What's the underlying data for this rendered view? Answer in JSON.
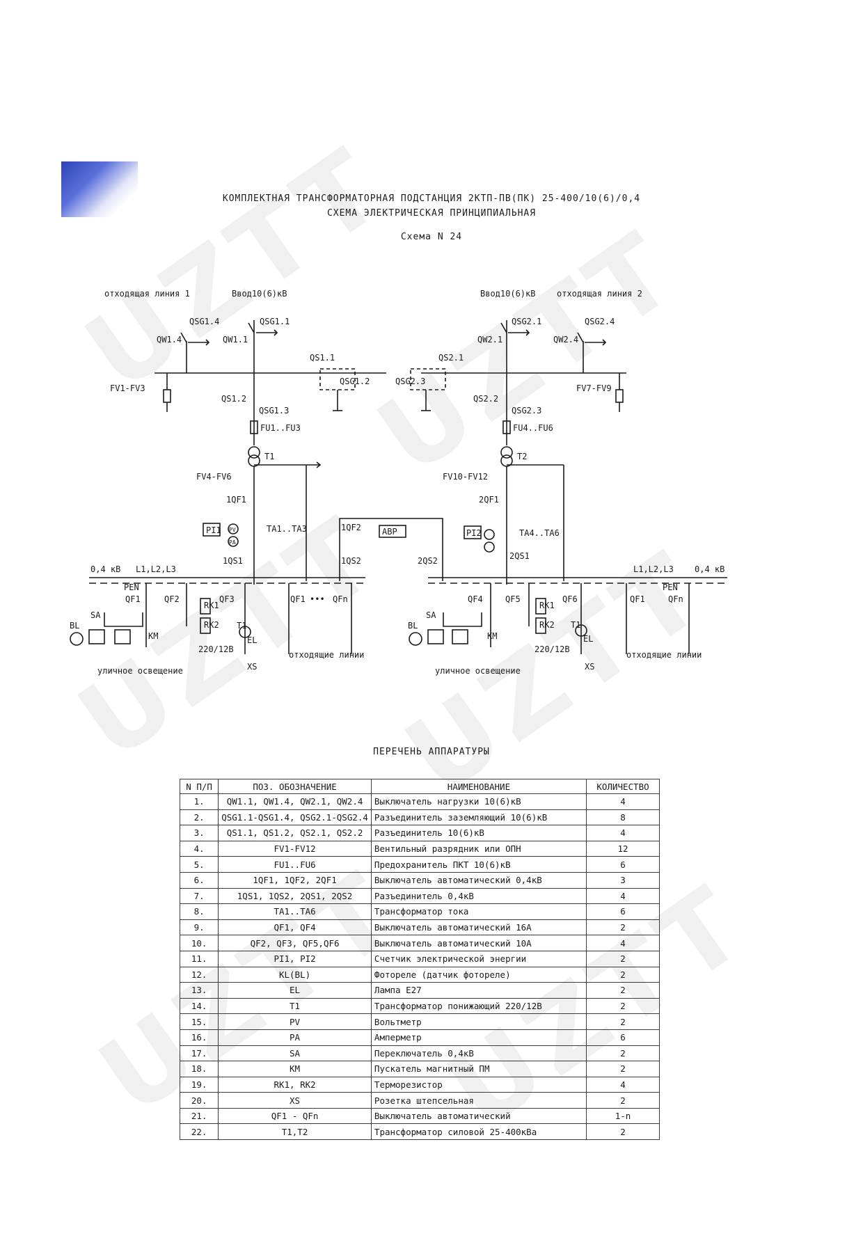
{
  "header": {
    "title_line1": "КОМПЛЕКТНАЯ  ТРАНСФОРМАТОРНАЯ ПОДСТАНЦИЯ 2КТП-ПВ(ПК) 25-400/10(6)/0,4",
    "title_line2": "СХЕМА ЭЛЕКТРИЧЕСКАЯ ПРИНЦИПИАЛЬНАЯ",
    "title_line3": "Схема N 24"
  },
  "watermark": "UZTT",
  "diagram": {
    "labels": {
      "out_line_1": "отходящая линия 1",
      "input_1": "Ввод10(6)кВ",
      "input_2": "Ввод10(6)кВ",
      "out_line_2": "отходящая линия 2",
      "qsg14": "QSG1.4",
      "qsg11": "QSG1.1",
      "qsg21": "QSG2.1",
      "qsg24": "QSG2.4",
      "qw14": "QW1.4",
      "qw11": "QW1.1",
      "qw21": "QW2.1",
      "qw24": "QW2.4",
      "qs11": "QS1.1",
      "qs21": "QS2.1",
      "qsg12": "QSG1.2",
      "qsg23": "QSG2.3",
      "fv1_fv3": "FV1-FV3",
      "fv7_fv9": "FV7-FV9",
      "qs12": "QS1.2",
      "qs22": "QS2.2",
      "qsg13": "QSG1.3",
      "qsg23b": "QSG2.3",
      "fu1_fu3": "FU1..FU3",
      "fu4_fu6": "FU4..FU6",
      "t1": "T1",
      "t2": "T2",
      "fv4_fv6": "FV4-FV6",
      "fv10_fv12": "FV10-FV12",
      "1of1": "1QF1",
      "2of1": "2QF1",
      "pi1": "PI1",
      "pi2": "PI2",
      "ta1_ta3": "TA1..TA3",
      "ta4_ta6": "TA4..TA6",
      "pv": "PV",
      "pa": "PA",
      "1qf2": "1QF2",
      "avr": "АВР",
      "1qs1": "1QS1",
      "1qs2": "1QS2",
      "2qs2": "2QS2",
      "2qs1": "2QS1",
      "v04_left": "0,4 кВ",
      "l123_left": "L1,L2,L3",
      "l123_right": "L1,L2,L3",
      "v04_right": "0,4 кВ",
      "pen_left": "PEN",
      "pen_right": "PEN",
      "qf1": "QF1",
      "qf2": "QF2",
      "qf3": "QF3",
      "qf4": "QF4",
      "qf5": "QF5",
      "qf6": "QF6",
      "qf1_dots": "QF1",
      "qfn_dots": "QFn",
      "qf1_r": "QF1",
      "qfn_r": "QFn",
      "dots": "•••",
      "rk1": "RK1",
      "rk2": "RK2",
      "sa": "SA",
      "bl": "BL",
      "km": "KM",
      "t1_small": "T1",
      "el": "EL",
      "xs": "XS",
      "v220_12": "220/12В",
      "street_light": "уличное освещение",
      "out_lines": "отходящие линии"
    }
  },
  "equipment_list": {
    "title": "ПЕРЕЧЕНЬ АППАРАТУРЫ",
    "columns": [
      "N П/П",
      "ПОЗ. ОБОЗНАЧЕНИЕ",
      "НАИМЕНОВАНИЕ",
      "КОЛИЧЕСТВО"
    ],
    "rows": [
      [
        "1.",
        "QW1.1, QW1.4, QW2.1, QW2.4",
        "Выключатель нагрузки 10(6)кВ",
        "4"
      ],
      [
        "2.",
        "QSG1.1-QSG1.4, QSG2.1-QSG2.4",
        "Разъединитель заземляющий 10(6)кВ",
        "8"
      ],
      [
        "3.",
        "QS1.1, QS1.2, QS2.1, QS2.2",
        "Разъединитель 10(6)кВ",
        "4"
      ],
      [
        "4.",
        "FV1-FV12",
        "Вентильный разрядник или ОПН",
        "12"
      ],
      [
        "5.",
        "FU1..FU6",
        "Предохранитель ПКТ 10(6)кВ",
        "6"
      ],
      [
        "6.",
        "1QF1, 1QF2, 2QF1",
        "Выключатель автоматический 0,4кВ",
        "3"
      ],
      [
        "7.",
        "1QS1, 1QS2, 2QS1, 2QS2",
        "Разъединитель 0,4кВ",
        "4"
      ],
      [
        "8.",
        "TA1..TA6",
        "Трансформатор тока",
        "6"
      ],
      [
        "9.",
        "QF1, QF4",
        "Выключатель автоматический 16А",
        "2"
      ],
      [
        "10.",
        "QF2, QF3, QF5,QF6",
        "Выключатель автоматический 10А",
        "4"
      ],
      [
        "11.",
        "PI1, PI2",
        "Счетчик электрической энергии",
        "2"
      ],
      [
        "12.",
        "KL(BL)",
        "Фотореле (датчик фотореле)",
        "2"
      ],
      [
        "13.",
        "EL",
        "Лампа Е27",
        "2"
      ],
      [
        "14.",
        "T1",
        "Трансформатор понижающий 220/12В",
        "2"
      ],
      [
        "15.",
        "PV",
        "Вольтметр",
        "2"
      ],
      [
        "16.",
        "PA",
        "Амперметр",
        "6"
      ],
      [
        "17.",
        "SA",
        "Переключатель 0,4кВ",
        "2"
      ],
      [
        "18.",
        "KM",
        "Пускатель магнитный ПМ",
        "2"
      ],
      [
        "19.",
        "RK1, RK2",
        "Терморезистор",
        "4"
      ],
      [
        "20.",
        "XS",
        "Розетка штепсельная",
        "2"
      ],
      [
        "21.",
        "QF1 - QFn",
        "Выключатель автоматический",
        "1-n"
      ],
      [
        "22.",
        "T1,T2",
        "Трансформатор силовой 25-400кВа",
        "2"
      ]
    ]
  }
}
